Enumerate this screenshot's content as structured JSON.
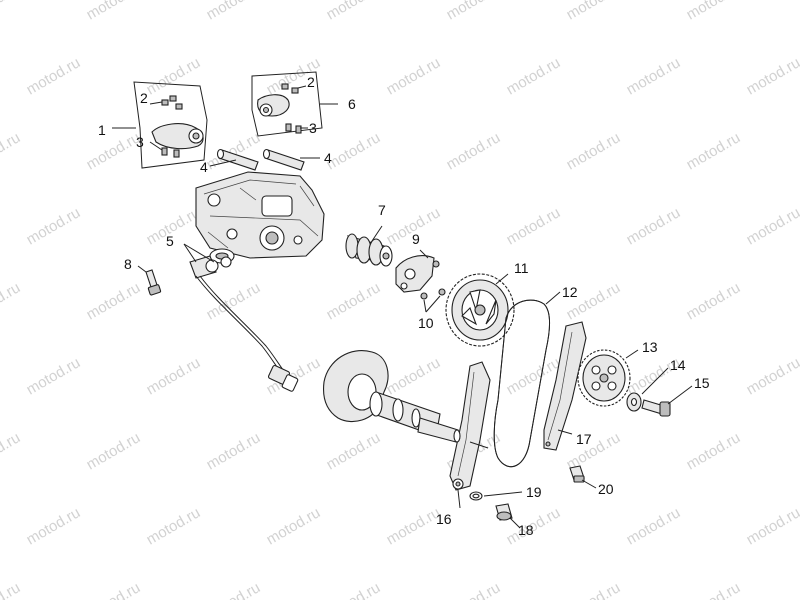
{
  "watermark": {
    "text": "motod.ru"
  },
  "callouts": {
    "c1": "1",
    "c2a": "2",
    "c2b": "2",
    "c3a": "3",
    "c3b": "3",
    "c4a": "4",
    "c4b": "4",
    "c5": "5",
    "c6": "6",
    "c7": "7",
    "c8": "8",
    "c9": "9",
    "c10": "10",
    "c11": "11",
    "c12": "12",
    "c13": "13",
    "c14": "14",
    "c15": "15",
    "c16": "16",
    "c17": "17",
    "c18": "18",
    "c19": "19",
    "c20": "20"
  }
}
